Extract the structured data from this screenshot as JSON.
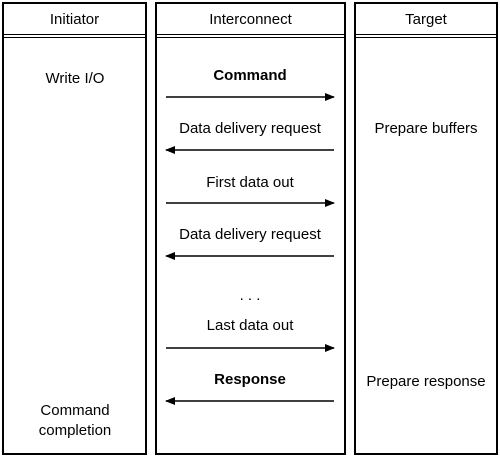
{
  "columns": {
    "initiator": "Initiator",
    "interconnect": "Interconnect",
    "target": "Target"
  },
  "initiator": {
    "write_io": "Write I/O",
    "completion": "Command\ncompletion"
  },
  "target": {
    "prepare_buffers": "Prepare buffers",
    "prepare_response": "Prepare response"
  },
  "messages": {
    "command": "Command",
    "ddr1": "Data delivery request",
    "first_data": "First data out",
    "ddr2": "Data delivery request",
    "ellipsis": ". . .",
    "last_data": "Last data out",
    "response": "Response"
  }
}
